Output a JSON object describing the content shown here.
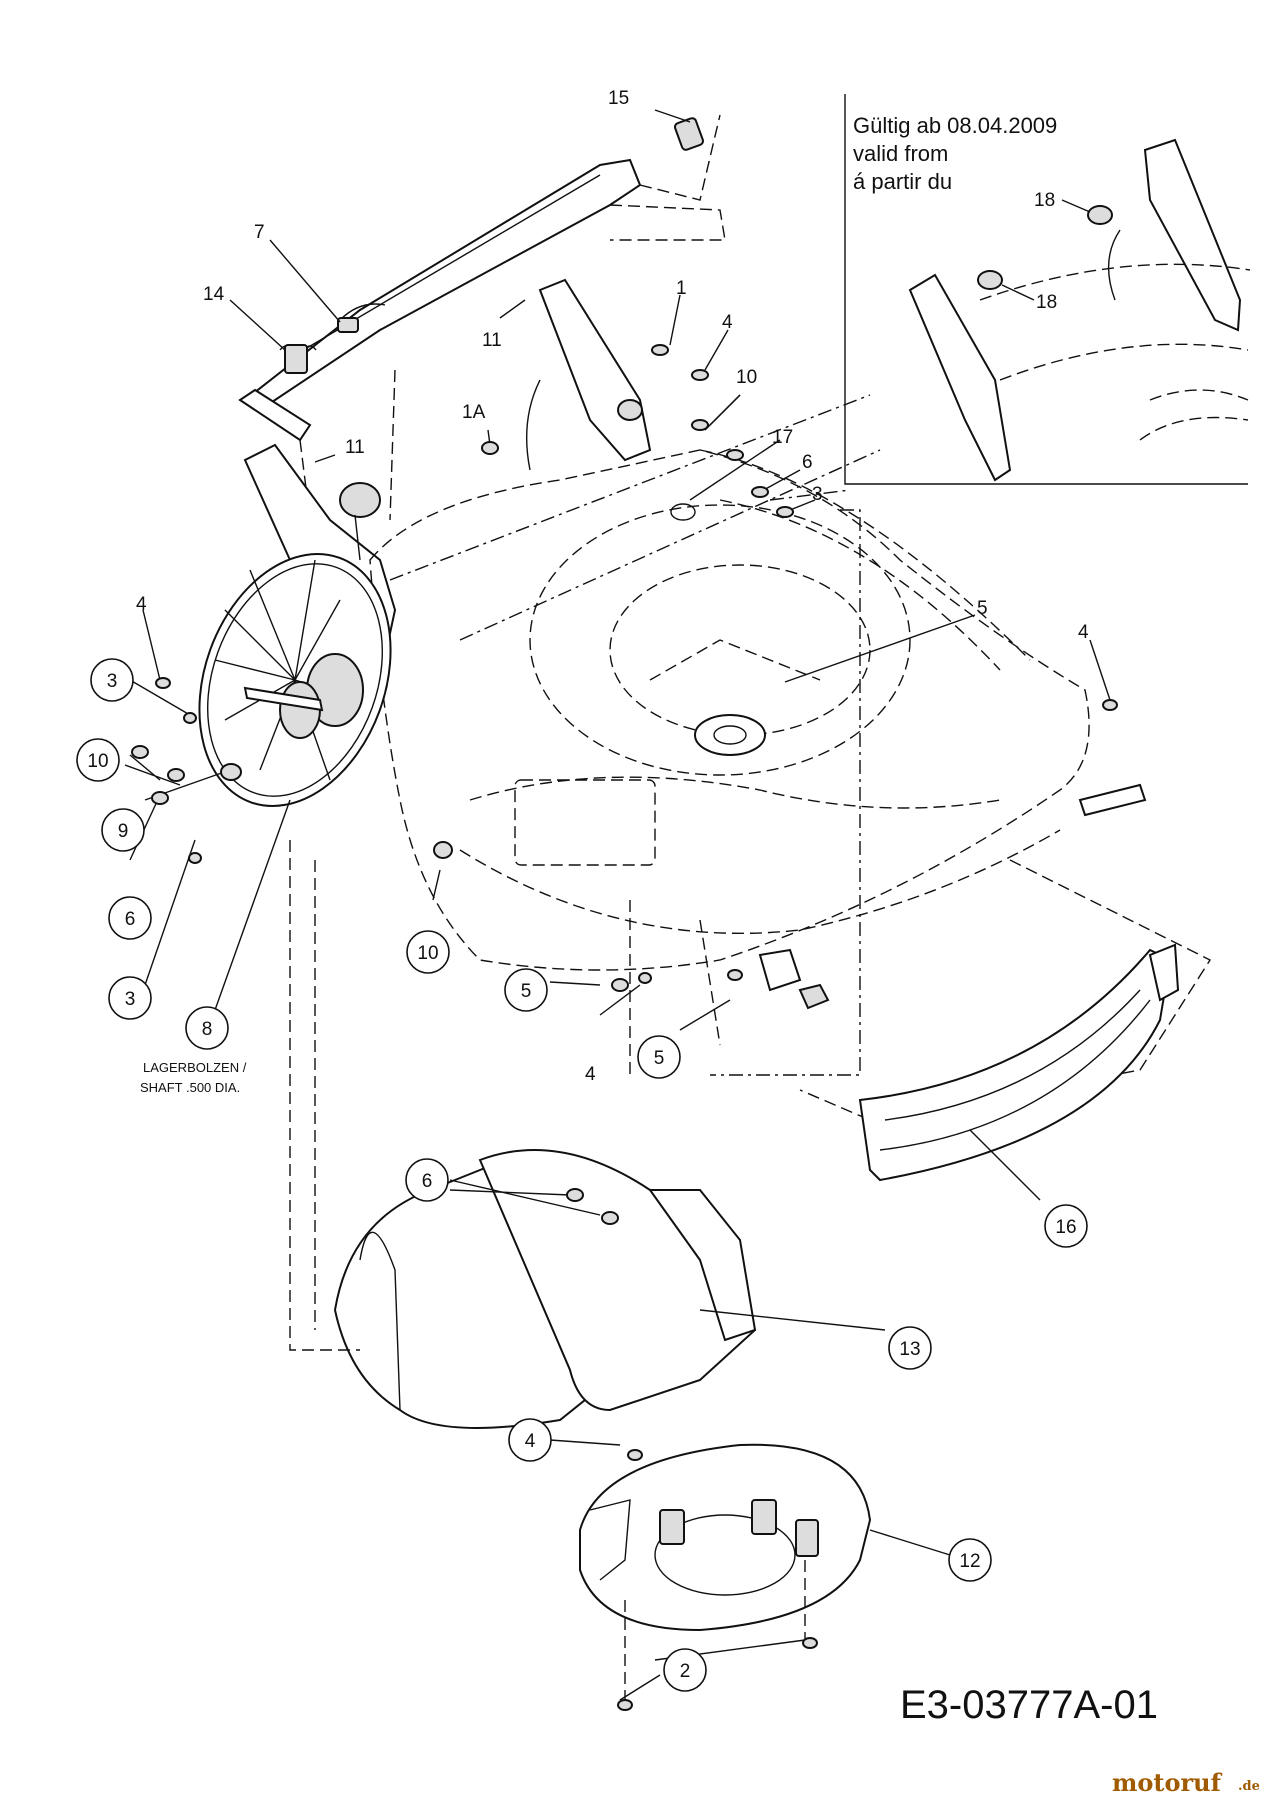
{
  "drawing_code": "E3-03777A-01",
  "validity_note": {
    "line1": "Gültig ab  08.04.2009",
    "line2": "valid from",
    "line3": "á partir du"
  },
  "shaft_note": {
    "line1": "LAGERBOLZEN /",
    "line2": "SHAFT .500 DIA."
  },
  "watermark": {
    "brand": "motoruf",
    "suffix": ".de"
  },
  "callouts": [
    {
      "id": "15",
      "style": "plain"
    },
    {
      "id": "7",
      "style": "plain"
    },
    {
      "id": "14",
      "style": "plain"
    },
    {
      "id": "11",
      "style": "plain"
    },
    {
      "id": "1",
      "style": "plain"
    },
    {
      "id": "4",
      "style": "plain"
    },
    {
      "id": "10",
      "style": "plain"
    },
    {
      "id": "1A",
      "style": "plain"
    },
    {
      "id": "10",
      "style": "plain"
    },
    {
      "id": "11",
      "style": "plain"
    },
    {
      "id": "17",
      "style": "plain"
    },
    {
      "id": "6",
      "style": "plain"
    },
    {
      "id": "3",
      "style": "plain"
    },
    {
      "id": "4",
      "style": "plain"
    },
    {
      "id": "5",
      "style": "plain"
    },
    {
      "id": "4",
      "style": "plain"
    },
    {
      "id": "18",
      "style": "plain"
    },
    {
      "id": "18",
      "style": "plain"
    },
    {
      "id": "3",
      "style": "circled"
    },
    {
      "id": "10",
      "style": "circled"
    },
    {
      "id": "9",
      "style": "circled"
    },
    {
      "id": "6",
      "style": "circled"
    },
    {
      "id": "3",
      "style": "circled"
    },
    {
      "id": "8",
      "style": "circled"
    },
    {
      "id": "10",
      "style": "circled"
    },
    {
      "id": "5",
      "style": "circled"
    },
    {
      "id": "4",
      "style": "plain"
    },
    {
      "id": "5",
      "style": "circled"
    },
    {
      "id": "6",
      "style": "circled"
    },
    {
      "id": "16",
      "style": "circled"
    },
    {
      "id": "13",
      "style": "circled"
    },
    {
      "id": "4",
      "style": "circled"
    },
    {
      "id": "12",
      "style": "circled"
    },
    {
      "id": "2",
      "style": "circled"
    }
  ]
}
